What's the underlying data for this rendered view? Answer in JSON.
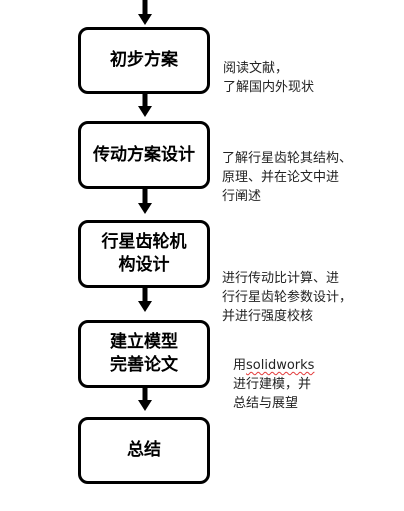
{
  "flow": {
    "steps": [
      {
        "label": "初步方案"
      },
      {
        "label": "传动方案设计"
      },
      {
        "label_line1": "行星齿轮机",
        "label_line2": "构设计"
      },
      {
        "label_line1": "建立模型",
        "label_line2": "完善论文"
      },
      {
        "label": "总结"
      }
    ],
    "notes": [
      {
        "text": "阅读文献，\n了解国内外现状"
      },
      {
        "text": "了解行星齿轮其结构、\n原理、并在论文中进\n行阐述"
      },
      {
        "text": "进行传动比计算、进\n行行星齿轮参数设计，\n并进行强度校核"
      },
      {
        "prefix": "用",
        "highlight": "solidworks",
        "rest": "\n进行建模，并\n总结与展望"
      }
    ]
  },
  "colors": {
    "stroke": "#000000",
    "text": "#000000",
    "note": "#222222",
    "spellcheck": "#e23a3a"
  }
}
